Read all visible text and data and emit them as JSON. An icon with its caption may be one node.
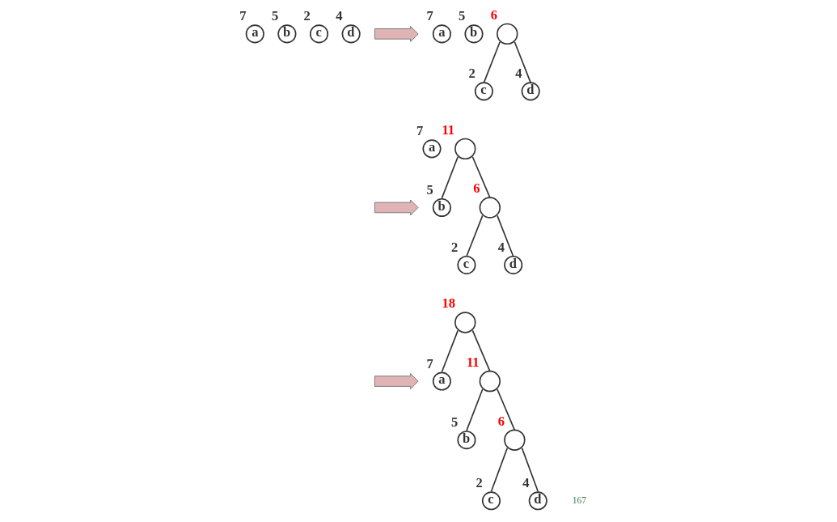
{
  "diagram": {
    "nodes": [
      {
        "text": [
          "a"
        ],
        "beside": [
          "7"
        ]
      },
      {
        "text": [
          "b"
        ],
        "beside": [
          "5"
        ]
      },
      {
        "text": [
          "c"
        ],
        "beside": [
          "2"
        ]
      },
      {
        "text": [
          "d"
        ],
        "beside": [
          "4"
        ]
      },
      {
        "text": [],
        "shape": "arrow"
      },
      {
        "text": [
          "a"
        ],
        "beside": [
          "7"
        ]
      },
      {
        "text": [
          "b"
        ],
        "beside": [
          "5"
        ]
      },
      {
        "text": [],
        "shape": "circle",
        "beside": [
          "6"
        ]
      },
      {
        "text": [
          "c"
        ],
        "beside": [
          "2"
        ]
      },
      {
        "text": [
          "d"
        ],
        "beside": [
          "4"
        ]
      },
      {
        "text": [
          "a"
        ],
        "beside": [
          "7"
        ]
      },
      {
        "text": [],
        "shape": "circle",
        "beside": [
          "11"
        ]
      },
      {
        "text": [],
        "shape": "arrow"
      },
      {
        "text": [
          "b"
        ],
        "beside": [
          "5"
        ]
      },
      {
        "text": [],
        "shape": "circle",
        "beside": [
          "6"
        ]
      },
      {
        "text": [
          "c"
        ],
        "beside": [
          "2"
        ]
      },
      {
        "text": [
          "d"
        ],
        "beside": [
          "4"
        ]
      },
      {
        "text": [],
        "shape": "circle",
        "beside": [
          "18"
        ]
      },
      {
        "text": [],
        "shape": "arrow"
      },
      {
        "text": [
          "a"
        ],
        "beside": [
          "7"
        ]
      },
      {
        "text": [],
        "shape": "circle",
        "beside": [
          "11"
        ]
      },
      {
        "text": [
          "b"
        ],
        "beside": [
          "5"
        ]
      },
      {
        "text": [],
        "shape": "circle",
        "beside": [
          "6"
        ]
      },
      {
        "text": [
          "c"
        ],
        "beside": [
          "2"
        ]
      },
      {
        "text": [
          "d"
        ],
        "beside": [
          "4"
        ]
      }
    ],
    "edges": [
      {
        "from": 7,
        "to": 8,
        "arrow": "none"
      },
      {
        "from": 7,
        "to": 9,
        "arrow": "none"
      },
      {
        "from": 11,
        "to": 13,
        "arrow": "none"
      },
      {
        "from": 11,
        "to": 14,
        "arrow": "none"
      },
      {
        "from": 14,
        "to": 15,
        "arrow": "none"
      },
      {
        "from": 14,
        "to": 16,
        "arrow": "none"
      },
      {
        "from": 17,
        "to": 19,
        "arrow": "none"
      },
      {
        "from": 17,
        "to": 20,
        "arrow": "none"
      },
      {
        "from": 20,
        "to": 21,
        "arrow": "none"
      },
      {
        "from": 20,
        "to": 22,
        "arrow": "none"
      },
      {
        "from": 22,
        "to": 23,
        "arrow": "none"
      },
      {
        "from": 22,
        "to": 24,
        "arrow": "none"
      }
    ],
    "labels": [
      "167"
    ]
  }
}
